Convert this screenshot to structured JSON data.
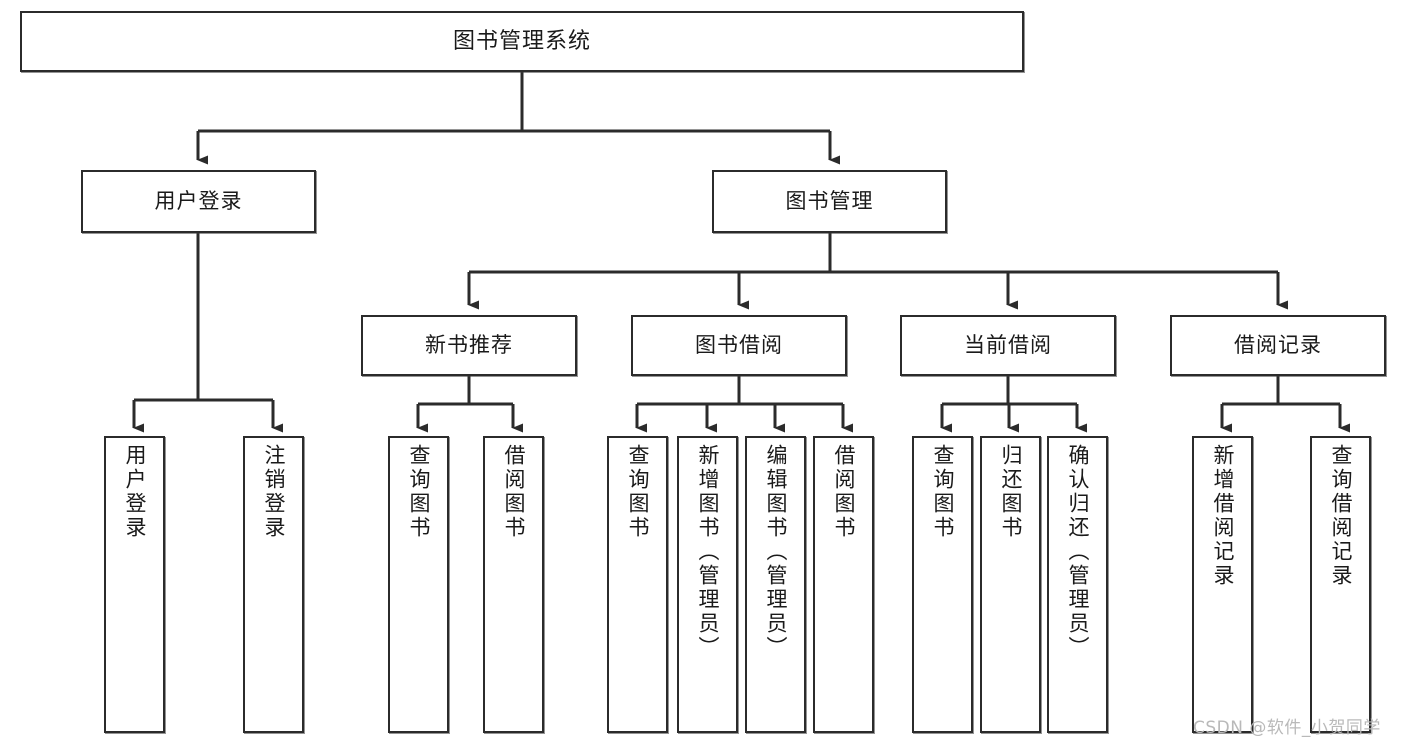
{
  "diagram": {
    "type": "tree-hierarchy-chart",
    "title": "图书管理系统",
    "watermark": "CSDN @软件_小贺同学",
    "colors": {
      "box_border": "#2b2b2b",
      "box_fill": "#ffffff",
      "connector": "#2b2b2b",
      "text": "#1a1a1a",
      "watermark": "#b9b9b9"
    },
    "nodes": {
      "root": {
        "label": "图书管理系统",
        "level": 0
      },
      "level1": [
        {
          "id": "user-login",
          "label": "用户登录"
        },
        {
          "id": "book-management",
          "label": "图书管理"
        }
      ],
      "level2": [
        {
          "id": "new-book-recommend",
          "label": "新书推荐",
          "parent": "book-management"
        },
        {
          "id": "book-borrow",
          "label": "图书借阅",
          "parent": "book-management"
        },
        {
          "id": "current-borrow",
          "label": "当前借阅",
          "parent": "book-management"
        },
        {
          "id": "borrow-record",
          "label": "借阅记录",
          "parent": "book-management"
        }
      ],
      "leaves": {
        "user-login": [
          {
            "id": "leaf-user-login",
            "label": "用户登录"
          },
          {
            "id": "leaf-user-logout",
            "label": "注销登录"
          }
        ],
        "new-book-recommend": [
          {
            "id": "leaf-query-book-1",
            "label": "查询图书"
          },
          {
            "id": "leaf-borrow-book-1",
            "label": "借阅图书"
          }
        ],
        "book-borrow": [
          {
            "id": "leaf-query-book-2",
            "label": "查询图书"
          },
          {
            "id": "leaf-add-book-admin",
            "label": "新增图书（管理员）"
          },
          {
            "id": "leaf-edit-book-admin",
            "label": "编辑图书（管理员）"
          },
          {
            "id": "leaf-borrow-book-2",
            "label": "借阅图书"
          }
        ],
        "current-borrow": [
          {
            "id": "leaf-query-book-3",
            "label": "查询图书"
          },
          {
            "id": "leaf-return-book",
            "label": "归还图书"
          },
          {
            "id": "leaf-confirm-return-admin",
            "label": "确认归还（管理员）"
          }
        ],
        "borrow-record": [
          {
            "id": "leaf-add-borrow-record",
            "label": "新增借阅记录"
          },
          {
            "id": "leaf-query-borrow-record",
            "label": "查询借阅记录"
          }
        ]
      }
    }
  }
}
